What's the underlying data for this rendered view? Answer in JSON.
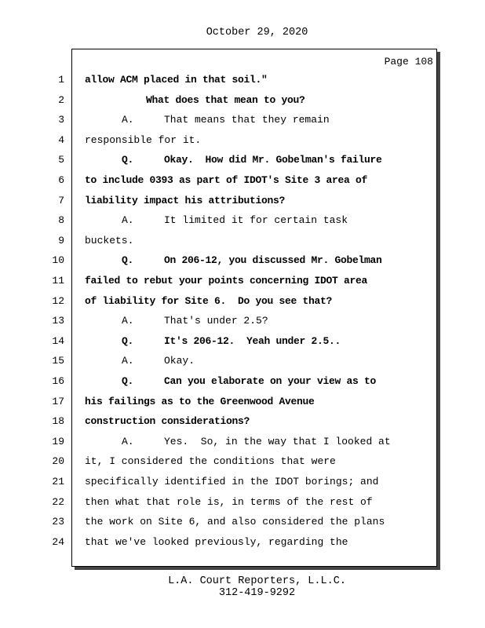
{
  "header": {
    "date": "October 29, 2020"
  },
  "page_label": "Page 108",
  "lines": [
    {
      "n": "1",
      "text": "allow ACM placed in that soil.\"",
      "bold": true
    },
    {
      "n": "2",
      "label": "",
      "text": "What does that mean to you?",
      "bold": true,
      "indent": "q"
    },
    {
      "n": "3",
      "label": "A.",
      "text": "That means that they remain",
      "bold": false
    },
    {
      "n": "4",
      "text": "responsible for it.",
      "bold": false
    },
    {
      "n": "5",
      "label": "Q.",
      "text": "Okay.  How did Mr. Gobelman's failure",
      "bold": true
    },
    {
      "n": "6",
      "text": "to include 0393 as part of IDOT's Site 3 area of",
      "bold": true
    },
    {
      "n": "7",
      "text": "liability impact his attributions?",
      "bold": true
    },
    {
      "n": "8",
      "label": "A.",
      "text": "It limited it for certain task",
      "bold": false
    },
    {
      "n": "9",
      "text": "buckets.",
      "bold": false
    },
    {
      "n": "10",
      "label": "Q.",
      "text": "On 206-12, you discussed Mr. Gobelman",
      "bold": true
    },
    {
      "n": "11",
      "text": "failed to rebut your points concerning IDOT area",
      "bold": true
    },
    {
      "n": "12",
      "text": "of liability for Site 6.  Do you see that?",
      "bold": true
    },
    {
      "n": "13",
      "label": "A.",
      "text": "That's under 2.5?",
      "bold": false
    },
    {
      "n": "14",
      "label": "Q.",
      "text": "It's 206-12.  Yeah under 2.5..",
      "bold": true
    },
    {
      "n": "15",
      "label": "A.",
      "text": "Okay.",
      "bold": false
    },
    {
      "n": "16",
      "label": "Q.",
      "text": "Can you elaborate on your view as to",
      "bold": true
    },
    {
      "n": "17",
      "text": "his failings as to the Greenwood Avenue",
      "bold": true
    },
    {
      "n": "18",
      "text": "construction considerations?",
      "bold": true
    },
    {
      "n": "19",
      "label": "A.",
      "text": "Yes.  So, in the way that I looked at",
      "bold": false
    },
    {
      "n": "20",
      "text": "it, I considered the conditions that were",
      "bold": false
    },
    {
      "n": "21",
      "text": "specifically identified in the IDOT borings; and",
      "bold": false
    },
    {
      "n": "22",
      "text": "then what that role is, in terms of the rest of",
      "bold": false
    },
    {
      "n": "23",
      "text": "the work on Site 6, and also considered the plans",
      "bold": false
    },
    {
      "n": "24",
      "text": "that we've looked previously, regarding the",
      "bold": false
    }
  ],
  "footer": {
    "company": "L.A. Court Reporters, L.L.C.",
    "phone": "312-419-9292"
  }
}
